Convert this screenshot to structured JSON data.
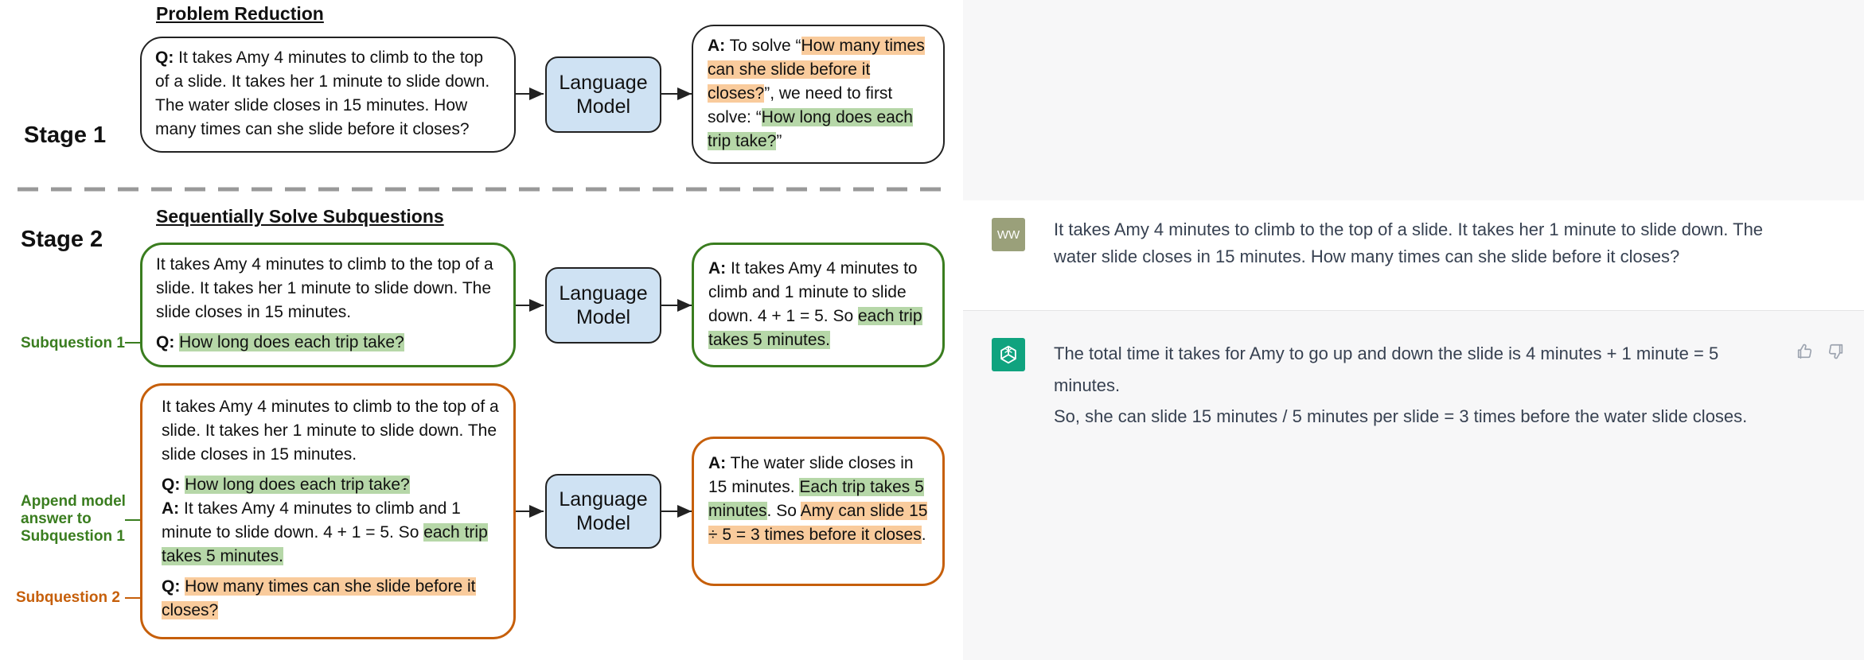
{
  "diagram": {
    "stage1": {
      "label": "Stage 1",
      "title": "Problem Reduction",
      "question_prefix": "Q:",
      "question": "It takes Amy 4 minutes to climb to the top of a slide. It takes her 1 minute to slide down. The water slide closes in 15 minutes. How many times can she slide before it closes?",
      "model_label_1": "Language",
      "model_label_2": "Model",
      "answer": {
        "prefix": "A:",
        "t1": "To solve “",
        "hl1": "How many times can she slide before it closes?",
        "t2": "”, we need to first solve: “",
        "hl2": "How long does each trip take?",
        "t3": "”"
      }
    },
    "stage2": {
      "label": "Stage 2",
      "title": "Sequentially Solve Subquestions",
      "sub1_label": "Subquestion 1",
      "append_label": "Append model answer to Subquestion 1",
      "sub2_label": "Subquestion 2",
      "box1": {
        "context": "It takes Amy 4 minutes to climb to the top of a slide. It takes her 1 minute to slide down. The slide closes in 15 minutes.",
        "q_prefix": "Q:",
        "q_text": "How long does each trip take?"
      },
      "model_label_1": "Language",
      "model_label_2": "Model",
      "answer1": {
        "prefix": "A:",
        "t1": "It takes Amy 4 minutes to climb and 1 minute to slide down. 4 + 1 = 5. So ",
        "hl1": "each trip takes 5 minutes."
      },
      "box2": {
        "context": "It takes Amy 4 minutes to climb to the top of a slide. It takes her 1 minute to slide down. The slide closes in 15 minutes.",
        "q1_prefix": "Q:",
        "q1_text": "How long does each trip take?",
        "a_prefix": "A:",
        "a_text": "It takes Amy 4 minutes to climb and 1 minute to slide down. 4 + 1 = 5. So ",
        "a_hl": "each trip takes 5 minutes.",
        "q2_prefix": "Q:",
        "q2_text": "How many times can she slide before it closes?"
      },
      "answer2": {
        "prefix": "A:",
        "t1": "The water slide closes in 15 minutes. ",
        "hl1": "Each trip takes 5 minutes",
        "t2": ". So ",
        "hl2": "Amy can slide 15 ÷ 5 = 3 times before it closes",
        "t3": "."
      }
    }
  },
  "chat": {
    "user_avatar": "WW",
    "user_message": "It takes Amy 4 minutes to climb to the top of a slide. It takes her 1 minute to slide down. The water slide closes in 15 minutes. How many times can she slide before it closes?",
    "assistant_icon": "openai-logo-icon",
    "assistant_p1": "The total time it takes for Amy to go up and down the slide is 4 minutes + 1 minute = 5 minutes.",
    "assistant_p2": "So, she can slide 15 minutes / 5 minutes per slide = 3 times before the water slide closes.",
    "colors": {
      "assistant_avatar_bg": "#10a37f",
      "user_avatar_bg": "#9aa07a",
      "green_highlight": "#b6d7a8",
      "orange_highlight": "#f9cb9c",
      "green_border": "#3a7d1f",
      "orange_border": "#c65f0a",
      "model_fill": "#cfe2f3"
    }
  }
}
